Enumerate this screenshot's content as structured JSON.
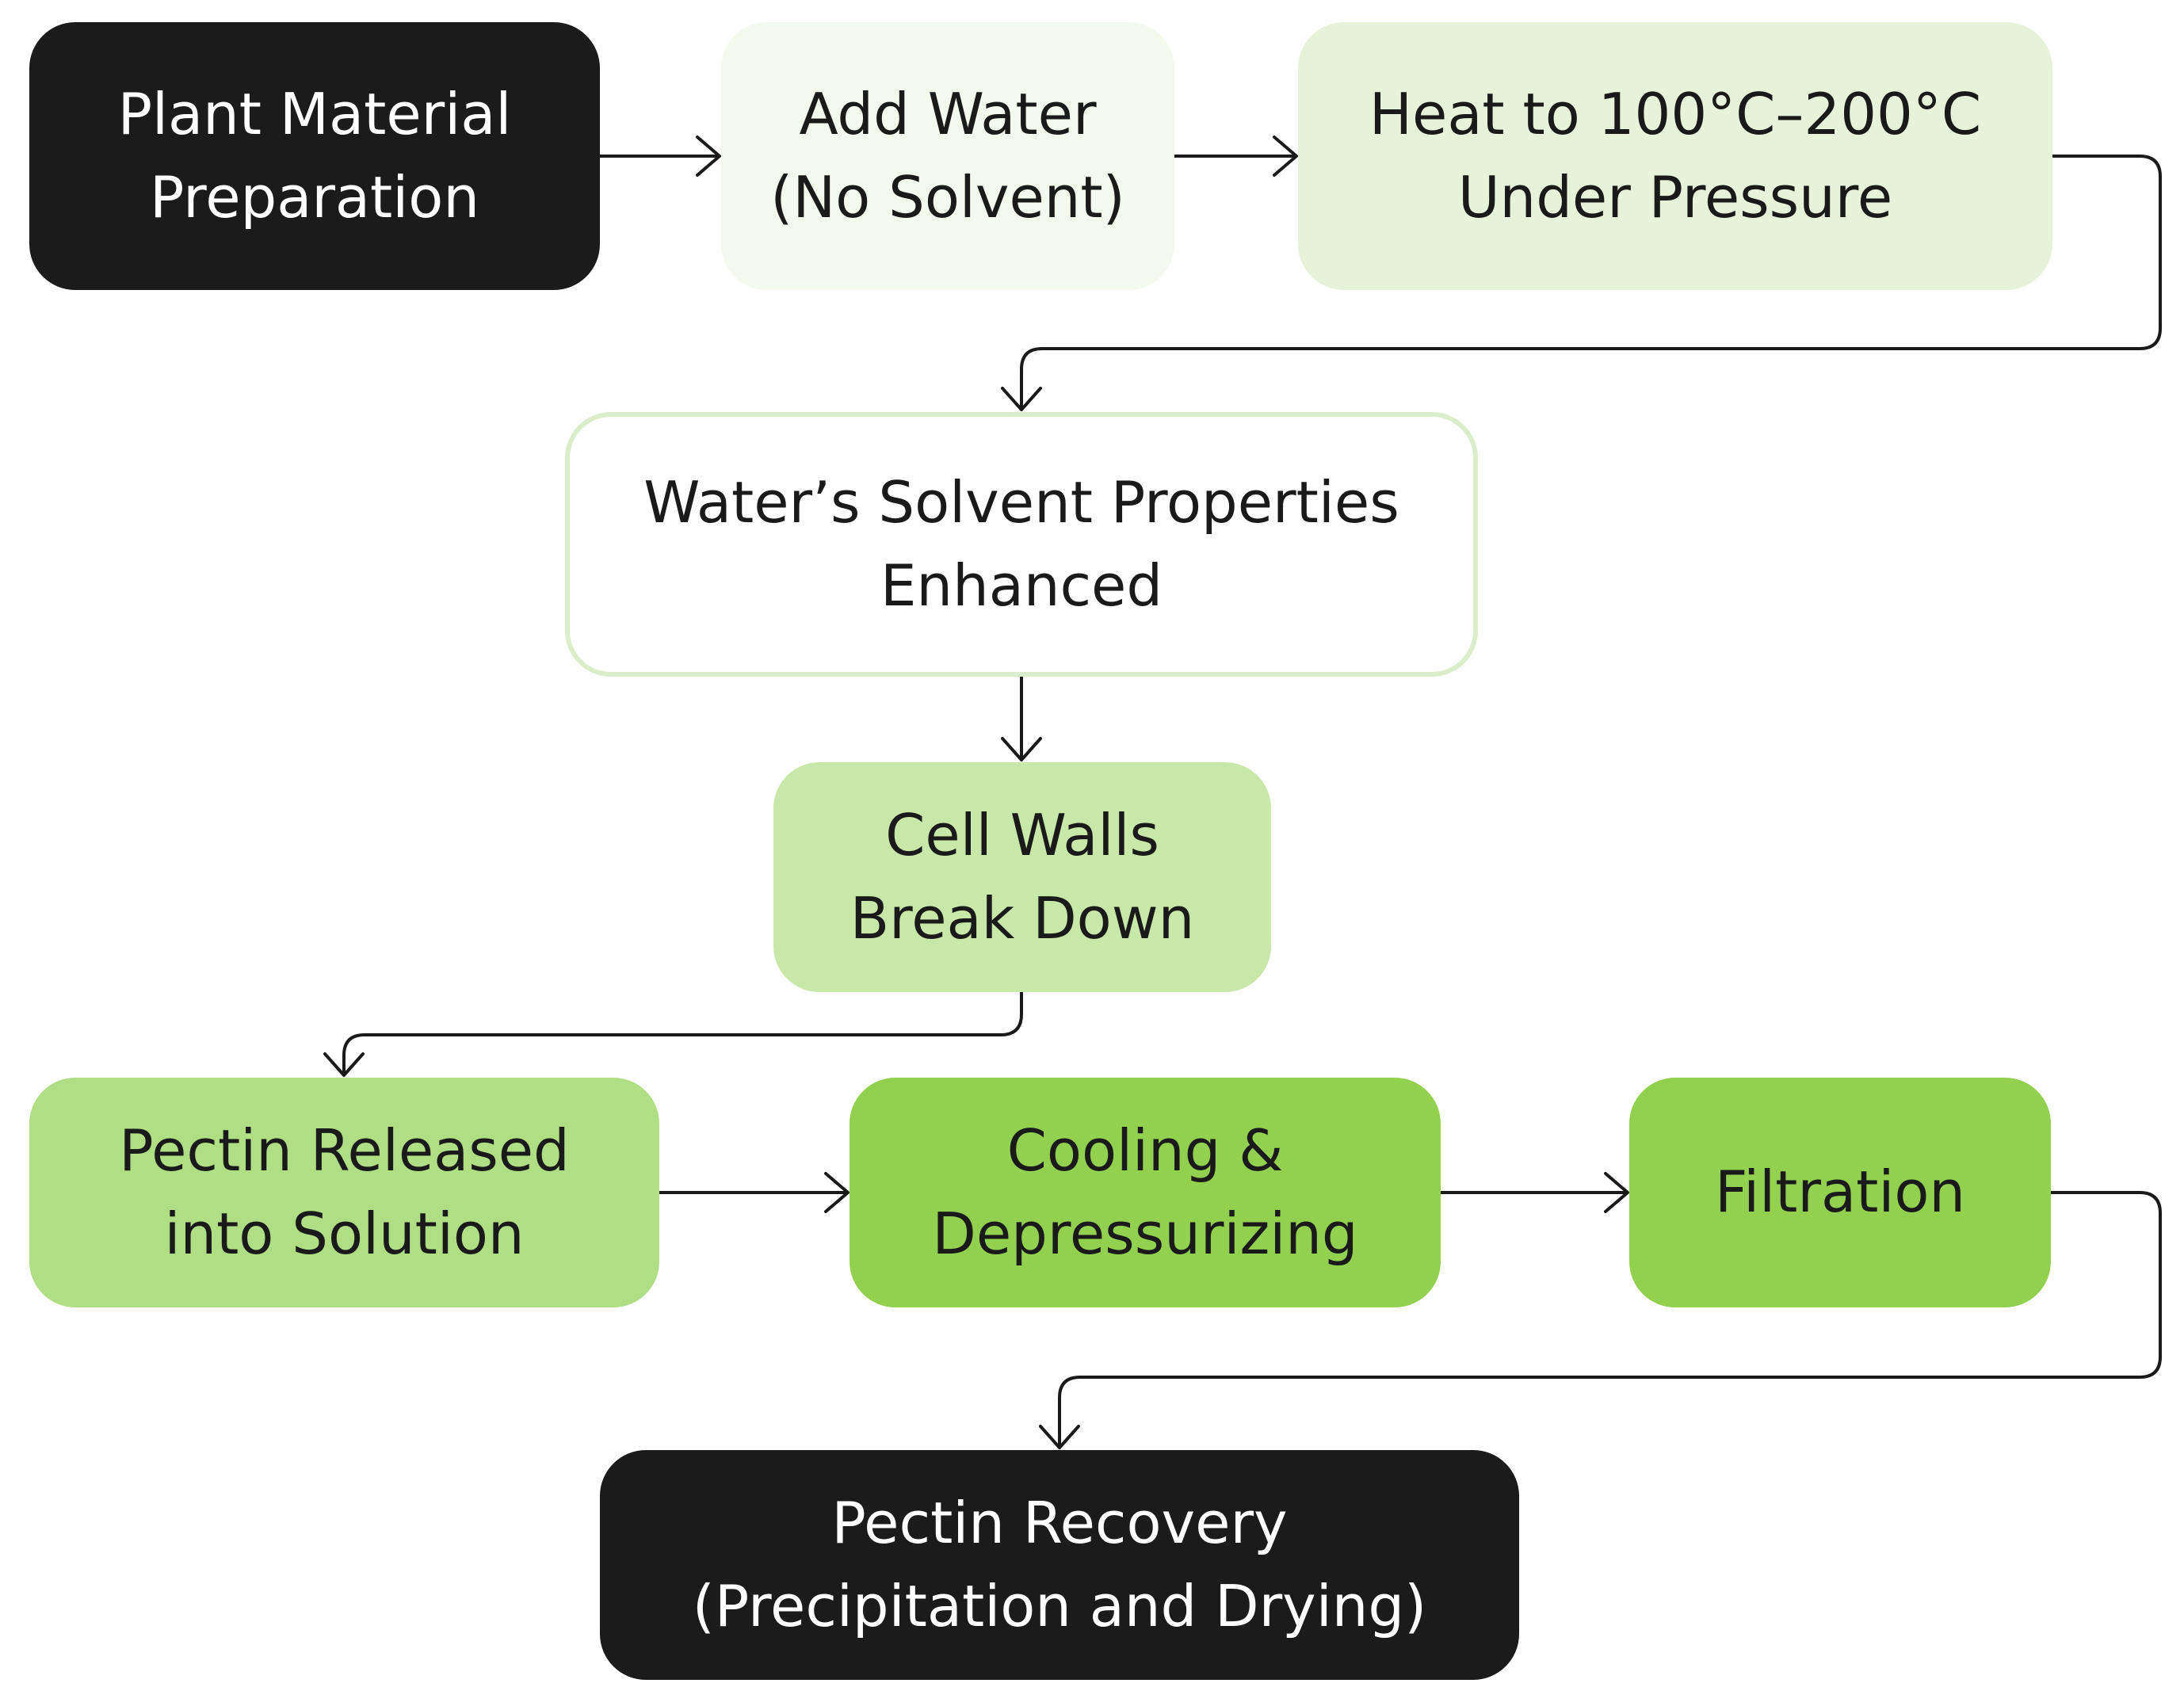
{
  "nodes": {
    "plant_material_preparation": [
      "Plant Material",
      "Preparation"
    ],
    "add_water": [
      "Add Water",
      "(No Solvent)"
    ],
    "heat": [
      "Heat to 100°C–200°C",
      "Under Pressure"
    ],
    "solvent_properties": [
      "Water’s Solvent Properties",
      "Enhanced"
    ],
    "cell_walls": [
      "Cell Walls",
      "Break Down"
    ],
    "pectin_released": [
      "Pectin Released",
      "into Solution"
    ],
    "cooling": [
      "Cooling &",
      "Depressurizing"
    ],
    "filtration": [
      "Filtration"
    ],
    "pectin_recovery": [
      "Pectin Recovery",
      "(Precipitation and Drying)"
    ]
  },
  "colors": {
    "dark": "#1b1b1b",
    "pale": "#f3f9ec",
    "pale2": "#e6f3da",
    "outline": "#dcedcc",
    "mid": "#c8e7a8",
    "mid2": "#afde84",
    "bright": "#92d050",
    "connector": "#1a1a1a"
  },
  "edges": [
    [
      "plant_material_preparation",
      "add_water"
    ],
    [
      "add_water",
      "heat"
    ],
    [
      "heat",
      "solvent_properties"
    ],
    [
      "solvent_properties",
      "cell_walls"
    ],
    [
      "cell_walls",
      "pectin_released"
    ],
    [
      "pectin_released",
      "cooling"
    ],
    [
      "cooling",
      "filtration"
    ],
    [
      "filtration",
      "pectin_recovery"
    ]
  ]
}
